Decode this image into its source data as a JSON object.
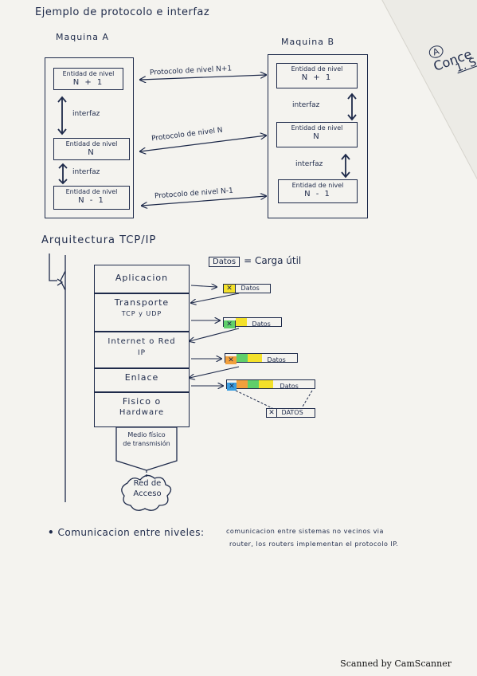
{
  "title": "Ejemplo de protocolo e interfaz",
  "machine_a": "Maquina A",
  "machine_b": "Maquina B",
  "entity_label": "Entidad de nivel",
  "levels": [
    "N + 1",
    "N",
    "N - 1"
  ],
  "interface_label": "interfaz",
  "protocols": [
    "Protocolo de nivel N+1",
    "Protocolo de nivel N",
    "Protocolo de nivel N-1"
  ],
  "corner_note": {
    "line1": "Conce",
    "line2": "1. S",
    "letter": "A"
  },
  "tcp_title": "Arquitectura TCP/IP",
  "payload": {
    "datos": "Datos",
    "eq": "= Carga útil"
  },
  "layers": [
    {
      "name": "Aplicacion",
      "sub": ""
    },
    {
      "name": "Transporte",
      "sub": "TCP y UDP"
    },
    {
      "name": "Internet o Red",
      "sub": "IP"
    },
    {
      "name": "Enlace",
      "sub": ""
    },
    {
      "name": "Fisico o",
      "sub": "Hardware"
    }
  ],
  "medium": {
    "line1": "Medio físico",
    "line2": "de transmisión"
  },
  "access": {
    "line1": "Red de",
    "line2": "Acceso"
  },
  "packets": [
    "Datos",
    "Datos",
    "Datos",
    "Datos"
  ],
  "frame_datos": "DATOS",
  "bullet": {
    "label": "Comunicacion entre niveles:",
    "line1": "comunicacion entre sistemas no vecinos via",
    "line2": "router, los routers implementan el protocolo IP."
  },
  "footer": "Scanned by CamScanner",
  "colors": {
    "ink": "#1e2a4a",
    "yellow": "#f4e12a",
    "green": "#5fcf6a",
    "orange": "#f2a03c",
    "blue": "#3a9de0"
  }
}
